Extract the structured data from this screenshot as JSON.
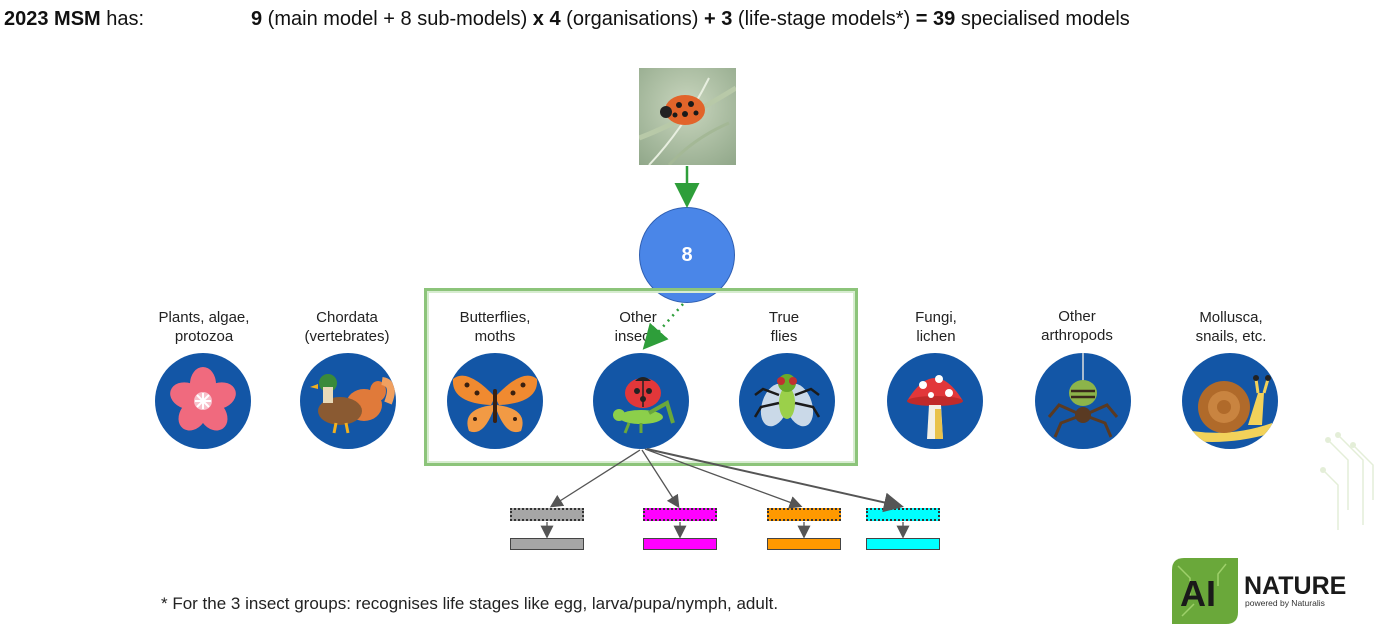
{
  "headline": {
    "lead_bold": "2023 MSM",
    "lead_rest": " has:",
    "n_main": "9",
    "t_main": " (main model + 8 sub-models) ",
    "n_org": "x 4",
    "t_org": " (organisations) ",
    "n_life": "+ 3",
    "t_life": " (life-stage models*) ",
    "n_total": "= 39",
    "t_total": " specialised models"
  },
  "node": {
    "label": "8"
  },
  "categories": [
    {
      "line1": "Plants, algae,",
      "line2": "protozoa",
      "icon": "flower-icon"
    },
    {
      "line1": "Chordata",
      "line2": "(vertebrates)",
      "icon": "duck-squirrel-icon"
    },
    {
      "line1": "Butterflies,",
      "line2": "moths",
      "icon": "butterfly-icon"
    },
    {
      "line1": "Other",
      "line2": "insects",
      "icon": "ladybug-grasshopper-icon"
    },
    {
      "line1": "True",
      "line2": "flies",
      "icon": "fly-icon"
    },
    {
      "line1": "Fungi,",
      "line2": "lichen",
      "icon": "mushroom-icon"
    },
    {
      "line1": "Other",
      "line2": "arthropods",
      "icon": "spider-icon"
    },
    {
      "line1": "Mollusca,",
      "line2": "snails, etc.",
      "icon": "snail-icon"
    }
  ],
  "life_stage_colors": [
    "#a6a6a6",
    "#ff00ff",
    "#ff9900",
    "#00ffff"
  ],
  "footnote": "* For the 3 insect groups: recognises life stages like egg, larva/pupa/nymph, adult.",
  "logo": {
    "mark": "AI",
    "name": "NATURE",
    "tagline": "powered by Naturalis"
  },
  "colors": {
    "accent_blue": "#4a86e8",
    "icon_bg": "#1356a6",
    "group_border": "#8cc47a",
    "arrow_green": "#2e9e3a"
  }
}
